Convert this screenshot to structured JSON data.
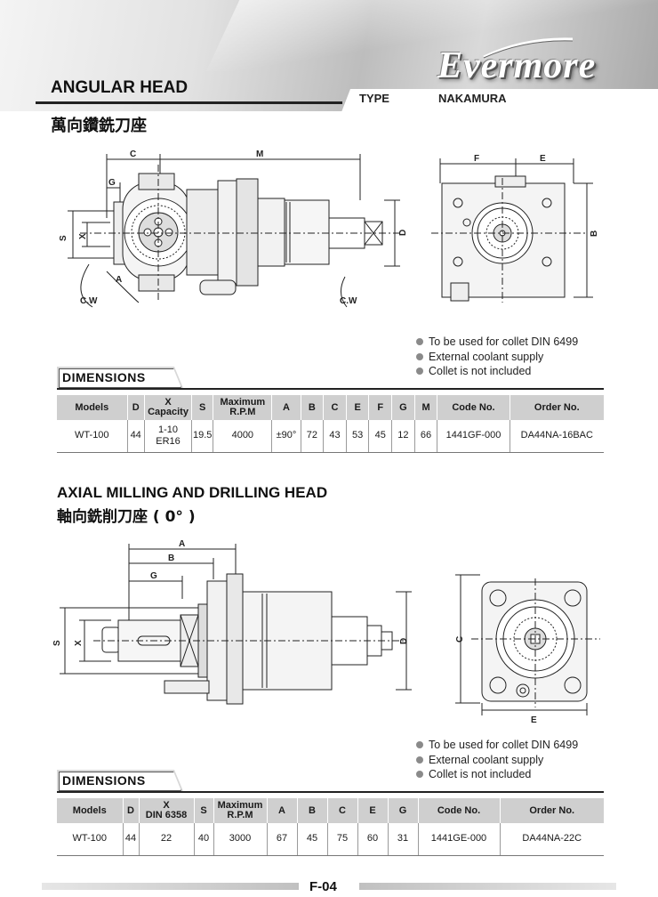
{
  "header": {
    "brand": "Evermore",
    "title": "ANGULAR HEAD",
    "type_label": "TYPE",
    "type_value": "NAKAMURA",
    "title_cn": "萬向鑽銑刀座"
  },
  "section1": {
    "drawing_labels": {
      "c": "C",
      "m": "M",
      "g": "G",
      "s": "S",
      "x": "X",
      "d": "D",
      "a": "A",
      "cw_left": "C.W",
      "cw_right": "C.W",
      "f": "F",
      "e": "E",
      "b": "B"
    },
    "notes": [
      "To be used for collet DIN 6499",
      "External coolant supply",
      "Collet is not included"
    ],
    "dimensions_label": "DIMENSIONS",
    "table": {
      "headers": [
        "Models",
        "D",
        "X\nCapacity",
        "S",
        "Maximum\nR.P.M",
        "A",
        "B",
        "C",
        "E",
        "F",
        "G",
        "M",
        "Code No.",
        "Order No."
      ],
      "row": [
        "WT-100",
        "44",
        "1-10\nER16",
        "19.5",
        "4000",
        "±90°",
        "72",
        "43",
        "53",
        "45",
        "12",
        "66",
        "1441GF-000",
        "DA44NA-16BAC"
      ]
    }
  },
  "section2": {
    "title": "AXIAL MILLING AND DRILLING HEAD",
    "title_cn": "軸向銑削刀座 ( 0° )",
    "drawing_labels": {
      "a": "A",
      "b": "B",
      "g": "G",
      "s": "S",
      "x": "X",
      "d": "D",
      "c": "C",
      "e": "E"
    },
    "notes": [
      "To be used for collet DIN 6499",
      "External coolant supply",
      "Collet is not included"
    ],
    "dimensions_label": "DIMENSIONS",
    "table": {
      "headers": [
        "Models",
        "D",
        "X\nDIN 6358",
        "S",
        "Maximum\nR.P.M",
        "A",
        "B",
        "C",
        "E",
        "G",
        "Code No.",
        "Order No."
      ],
      "row": [
        "WT-100",
        "44",
        "22",
        "40",
        "3000",
        "67",
        "45",
        "75",
        "60",
        "31",
        "1441GE-000",
        "DA44NA-22C"
      ]
    }
  },
  "footer": {
    "page": "F-04"
  }
}
